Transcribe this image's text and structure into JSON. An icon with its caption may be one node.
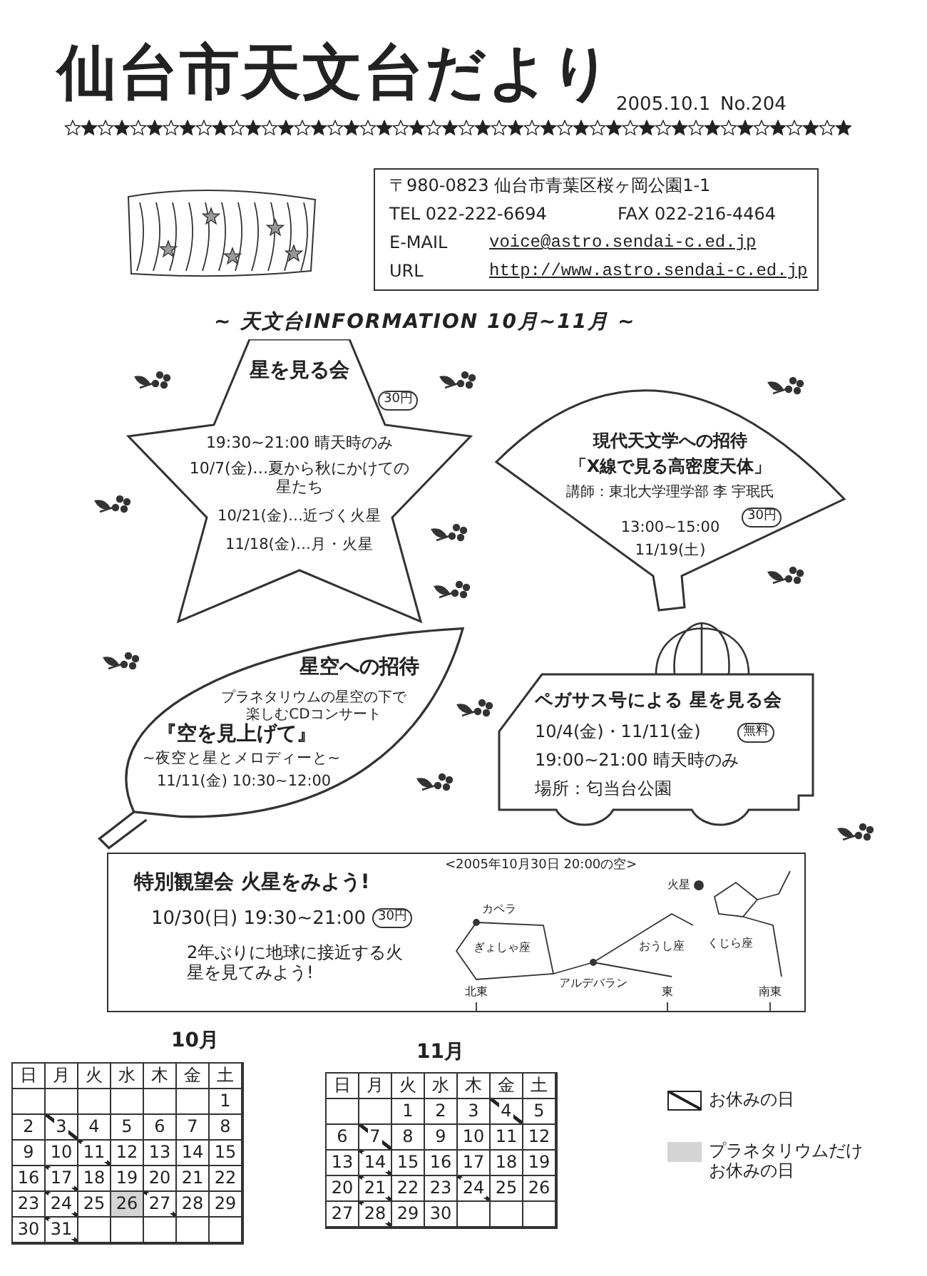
{
  "diagram": {
    "title": "仙台市天文台だより",
    "nodes": [
      {
        "text": [
          "〒980-0823 仙台市青葉区桜ヶ岡公園1-1",
          "TEL 022-222-6694",
          "FAX 022-216-4464",
          "E-MAIL",
          "voice@astro.sendai-c.ed.jp",
          "URL",
          "http://www.astro.sendai-c.ed.jp"
        ]
      },
      {
        "text": [
          "星を見る会",
          "30円",
          "19:30~21:00 晴天時のみ",
          "10/7(金)…夏から秋にかけての星たち",
          "10/21(金)…近づく火星",
          "11/18(金)…月・火星"
        ]
      },
      {
        "text": [
          "現代天文学への招待",
          "「X線で見る高密度天体」",
          "講師：東北大学理学部 李 宇珉氏",
          "30円",
          "13:00~15:00",
          "11/19(土)"
        ]
      },
      {
        "text": [
          "星空への招待",
          "プラネタリウムの星空の下で楽しむCDコンサート",
          "『空を見上げて』",
          "~夜空と星とメロディーと~",
          "11/11(金) 10:30~12:00"
        ]
      },
      {
        "text": [
          "ペガサス号による 星を見る会",
          "無料",
          "10/4(金)・11/11(金)",
          "19:00~21:00 晴天時のみ",
          "場所：匂当台公園"
        ]
      },
      {
        "text": [
          "特別観望会 火星をみよう!",
          "10/30(日) 19:30~21:00",
          "30円",
          "2年ぶりに地球に接近する火星を見てみよう!",
          "<2005年10月30日 20:00の空>",
          "火星",
          "カペラ",
          "ぎょしゃ座",
          "おうし座",
          "くじら座",
          "アルデバラン",
          "北東",
          "東",
          "南東"
        ]
      }
    ],
    "labels": [
      "2005.10.1",
      "No.204",
      "~ 天文台INFORMATION 10月~11月 ~",
      "10月",
      "日",
      "月",
      "火",
      "水",
      "木",
      "金",
      "土",
      "1",
      "2",
      "3",
      "4",
      "5",
      "6",
      "7",
      "8",
      "9",
      "10",
      "11",
      "12",
      "13",
      "14",
      "15",
      "16",
      "17",
      "18",
      "19",
      "20",
      "21",
      "22",
      "23",
      "24",
      "25",
      "26",
      "27",
      "28",
      "29",
      "30",
      "31",
      "11月",
      "日",
      "月",
      "火",
      "水",
      "木",
      "金",
      "土",
      "1",
      "2",
      "3",
      "4",
      "5",
      "6",
      "7",
      "8",
      "9",
      "10",
      "11",
      "12",
      "13",
      "14",
      "15",
      "16",
      "17",
      "18",
      "19",
      "20",
      "21",
      "22",
      "23",
      "24",
      "25",
      "26",
      "27",
      "28",
      "29",
      "30"
    ],
    "legend": [
      {
        "text": "お休みの日"
      },
      {
        "text": "プラネタリウムだけお休みの日",
        "color": "#d4d4d4"
      }
    ]
  }
}
